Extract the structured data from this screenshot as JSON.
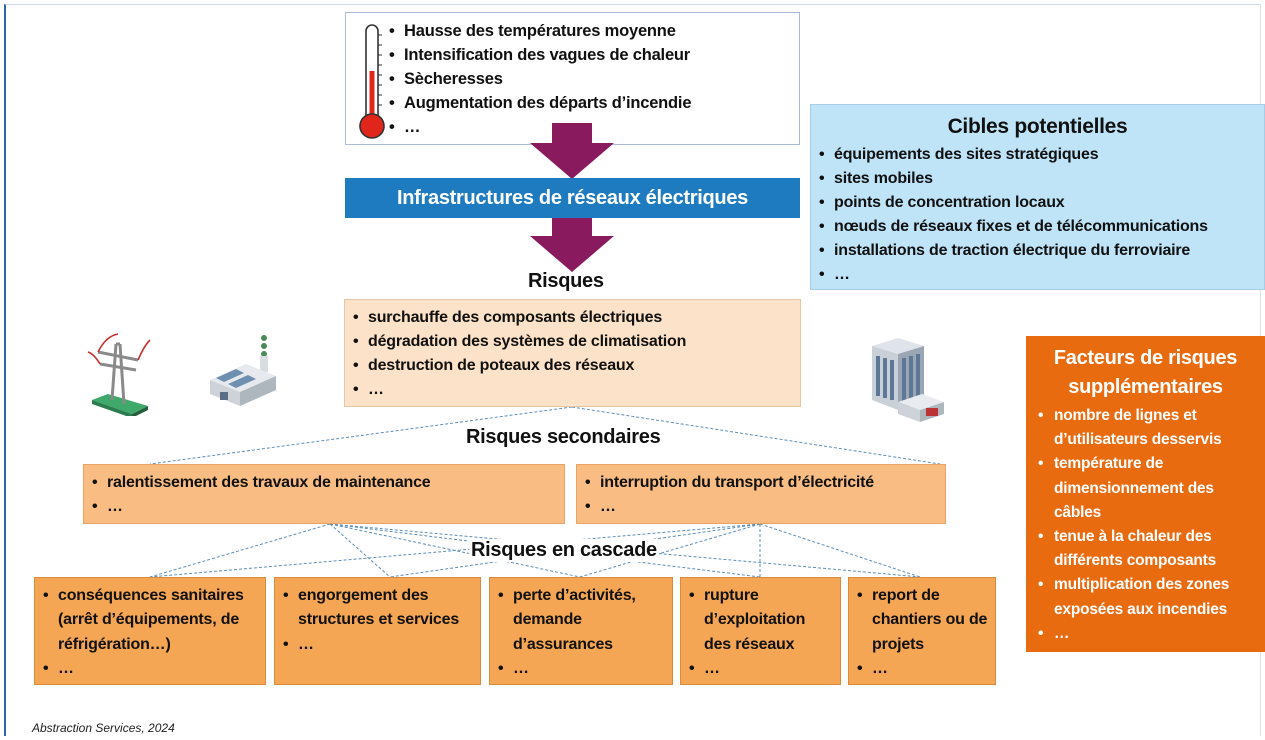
{
  "climate": {
    "items": [
      "Hausse des températures moyenne",
      "Intensification des vagues de chaleur",
      "Sècheresses",
      "Augmentation des départs d’incendie",
      "…"
    ]
  },
  "infrastructure_label": "Infrastructures de réseaux électriques",
  "risks": {
    "title": "Risques",
    "items": [
      "surchauffe des composants électriques",
      "dégradation des systèmes de climatisation",
      "destruction de poteaux des réseaux",
      "…"
    ]
  },
  "targets": {
    "title": "Cibles potentielles",
    "items": [
      "équipements des sites stratégiques",
      "sites mobiles",
      "points de concentration locaux",
      "nœuds de réseaux fixes et de télécommunications",
      "installations de traction électrique du ferroviaire",
      "…"
    ]
  },
  "factors": {
    "title_line1": "Facteurs de risques",
    "title_line2": "supplémentaires",
    "items": [
      "nombre de lignes et d’utilisateurs desservis",
      "température de dimensionnement des câbles",
      "tenue à la chaleur des différents composants",
      "multiplication des zones exposées aux incendies",
      "…"
    ]
  },
  "secondary": {
    "title": "Risques secondaires",
    "boxes": [
      {
        "items": [
          "ralentissement des travaux de maintenance",
          "…"
        ]
      },
      {
        "items": [
          "interruption du transport d’électricité",
          "…"
        ]
      }
    ]
  },
  "cascade": {
    "title": "Risques en cascade",
    "boxes": [
      {
        "items": [
          "conséquences sanitaires (arrêt d’équipements, de réfrigération…)",
          "…"
        ]
      },
      {
        "items": [
          "engorgement des structures et services",
          "…"
        ]
      },
      {
        "items": [
          "perte d’activités, demande d’assurances",
          "…"
        ]
      },
      {
        "items": [
          "rupture d’exploitation des réseaux",
          "…"
        ]
      },
      {
        "items": [
          "report de chantiers ou de projets",
          "…"
        ]
      }
    ]
  },
  "credit": "Abstraction Services, 2024",
  "colors": {
    "infra_bar": "#1f7bbf",
    "arrow": "#8a1a5e",
    "risks_bg": "#fce2c8",
    "targets_bg": "#bfe3f7",
    "factors_bg": "#e96b10",
    "secondary_bg": "#f9bd83",
    "cascade_bg": "#f4a654",
    "connector": "#5b8fb9"
  },
  "icons": [
    "thermometer-icon",
    "power-pylon-icon",
    "factory-icon",
    "office-building-icon"
  ]
}
